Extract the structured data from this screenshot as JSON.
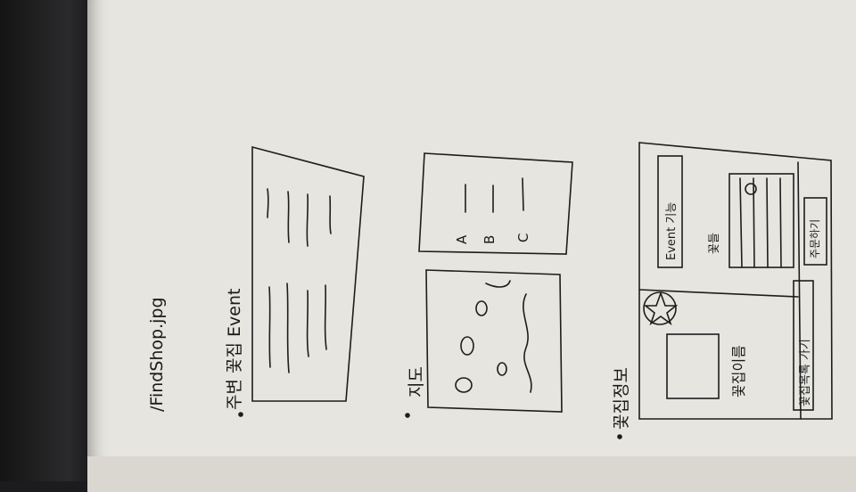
{
  "sketch": {
    "filename": "/FindShop.jpg",
    "section1_title": "주변 꽃집 Event",
    "section2_title": "지도",
    "section3_title": "꽃집정보",
    "map_list_letters": [
      "A",
      "B",
      "C"
    ],
    "detail": {
      "shop_name": "꽃집이름",
      "event_label": "Event 기능",
      "product_label": "꽃들",
      "back_button": "꽃집목록 가기",
      "bottom_button": "주문하기"
    }
  }
}
